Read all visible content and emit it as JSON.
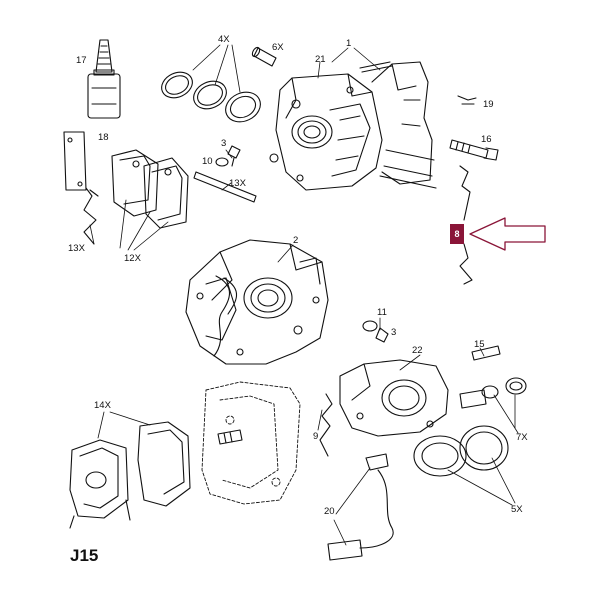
{
  "diagram": {
    "code": "J15",
    "highlight": {
      "label": "8",
      "color": "#8a1538"
    },
    "labels": [
      "17",
      "18",
      "4X",
      "6X",
      "1",
      "21",
      "19",
      "16",
      "3",
      "10",
      "13X",
      "13X",
      "12X",
      "2",
      "11",
      "3",
      "15",
      "22",
      "14X",
      "9",
      "7X",
      "20",
      "5X"
    ]
  }
}
